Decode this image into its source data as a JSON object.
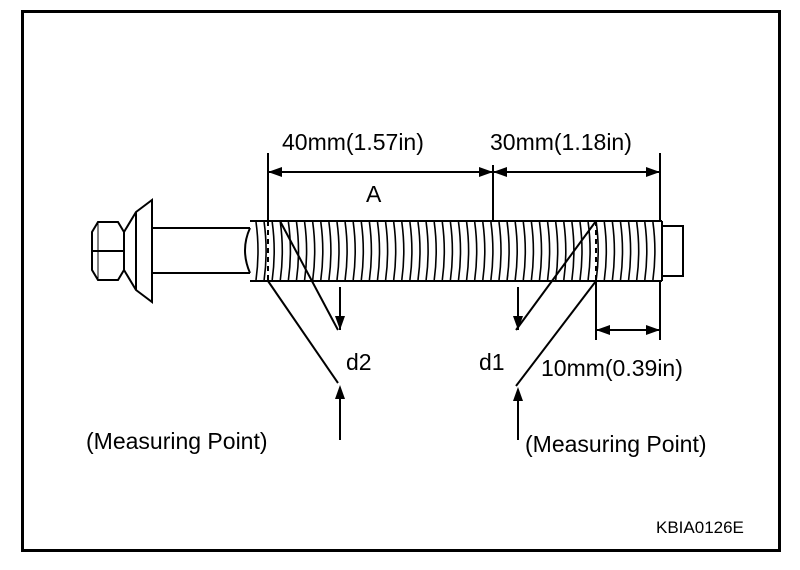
{
  "labels": {
    "dim_40": "40mm(1.57in)",
    "dim_30": "30mm(1.18in)",
    "region_a": "A",
    "d2": "d2",
    "d1": "d1",
    "dim_10": "10mm(0.39in)",
    "measuring_point_left": "(Measuring Point)",
    "measuring_point_right": "(Measuring Point)",
    "figure_code": "KBIA0126E"
  }
}
